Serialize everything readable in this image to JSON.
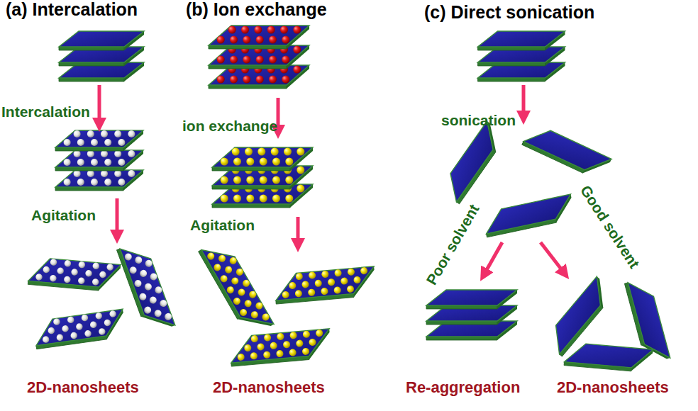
{
  "diagram": {
    "labels": [
      "(a) Intercalation",
      "(b) Ion exchange",
      "(c) Direct sonication",
      "Intercalation",
      "Agitation",
      "ion exchange",
      "Agitation",
      "sonication",
      "Poor solvent",
      "Good solvent",
      "2D-nanosheets",
      "2D-nanosheets",
      "Re-aggregation",
      "2D-nanosheets"
    ]
  }
}
